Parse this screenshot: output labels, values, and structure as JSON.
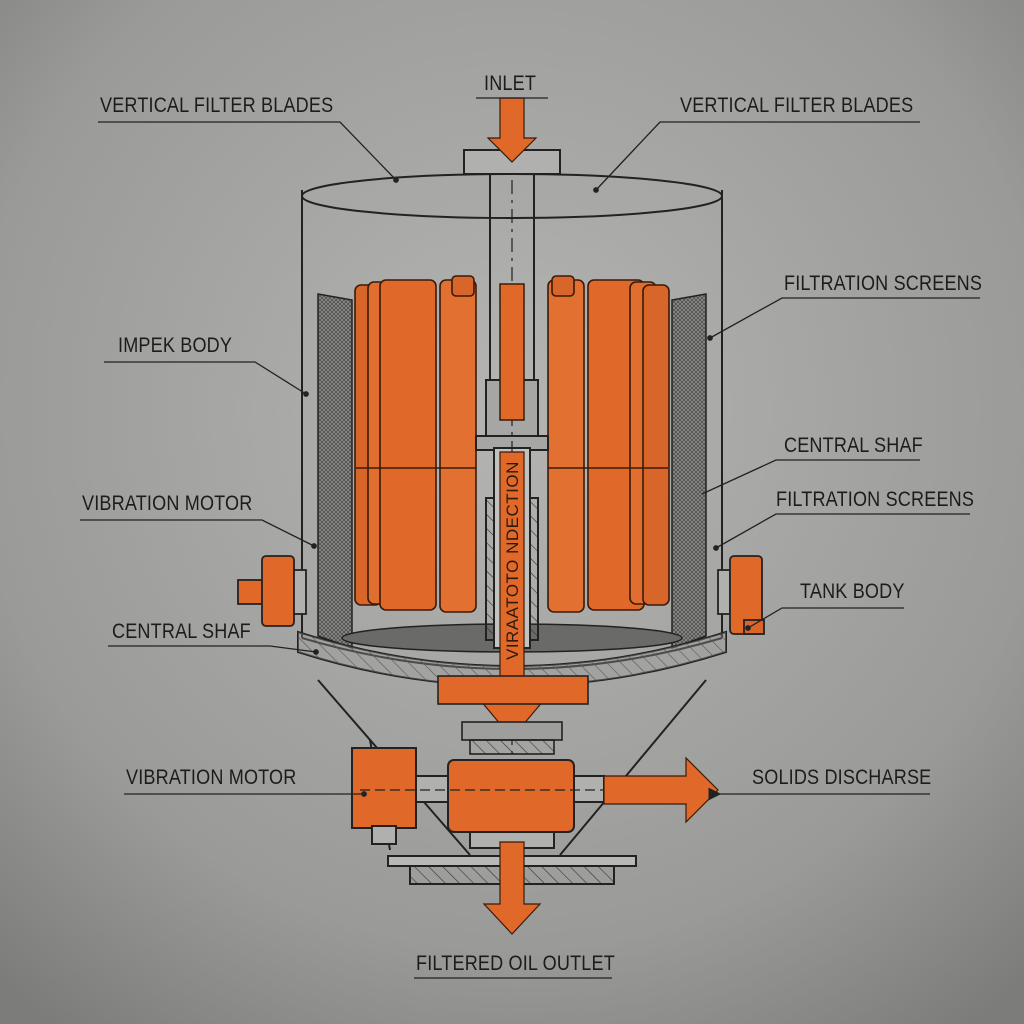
{
  "diagram": {
    "labels": {
      "inlet": "INLET",
      "vertical_filter_blades_left": "VERTICAL FILTER BLADES",
      "vertical_filter_blades_right": "VERTICAL FILTER BLADES",
      "impek_body": "IMPEK BODY",
      "filtration_screens_top": "FILTRATION SCREENS",
      "central_shaf_right": "CENTRAL SHAF",
      "filtration_screens_mid": "FILTRATION SCREENS",
      "vibration_motor_left": "VIBRATION MOTOR",
      "tank_body": "TANK BODY",
      "central_shaf_left": "CENTRAL SHAF",
      "vibration_motor_bottom": "VIBRATION MOTOR",
      "solids_discharse": "SOLIDS DISCHARSE",
      "filtered_oil_outlet": "FILTERED OIL OUTLET",
      "vibration_direction": "VIRAATOTO NDECTION"
    },
    "colors": {
      "background": "#9c9c9a",
      "accent_orange": "#e0692a",
      "line": "#222222"
    }
  }
}
